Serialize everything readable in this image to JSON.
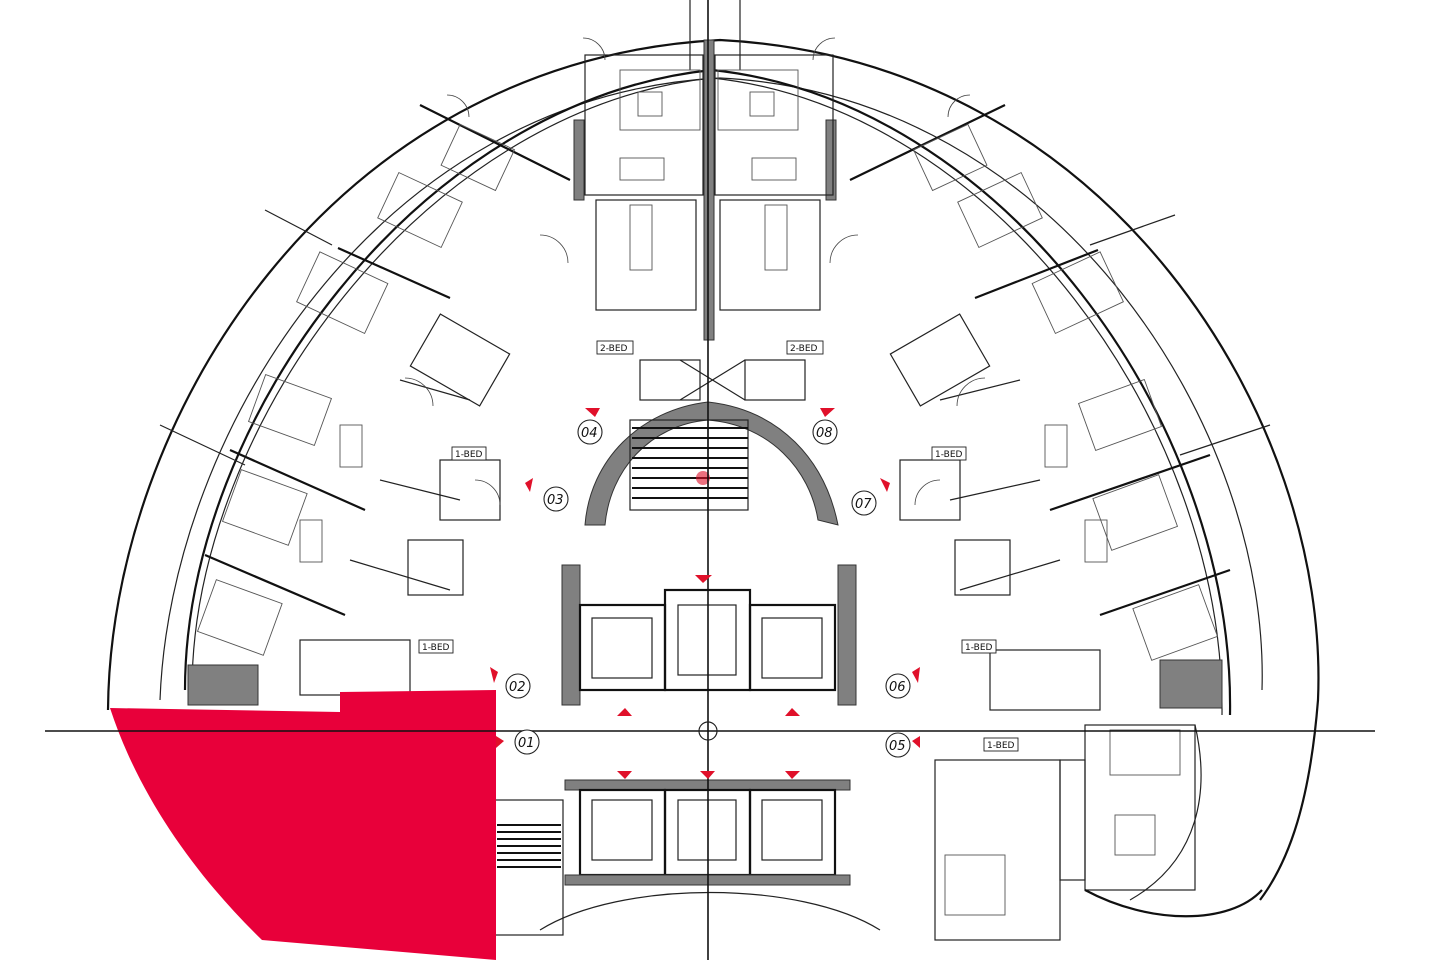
{
  "unit_tags": {
    "left_upper": "2-BED",
    "right_upper": "2-BED",
    "left_mid": "1-BED",
    "right_mid": "1-BED",
    "left_lower": "1-BED",
    "right_lower": "1-BED",
    "right_bottom": "1-BED"
  },
  "unit_numbers": [
    "01",
    "02",
    "03",
    "04",
    "05",
    "06",
    "07",
    "08"
  ],
  "colors": {
    "highlight": "#e8003a",
    "marker": "#e0102a",
    "wall_fill": "#808080"
  }
}
